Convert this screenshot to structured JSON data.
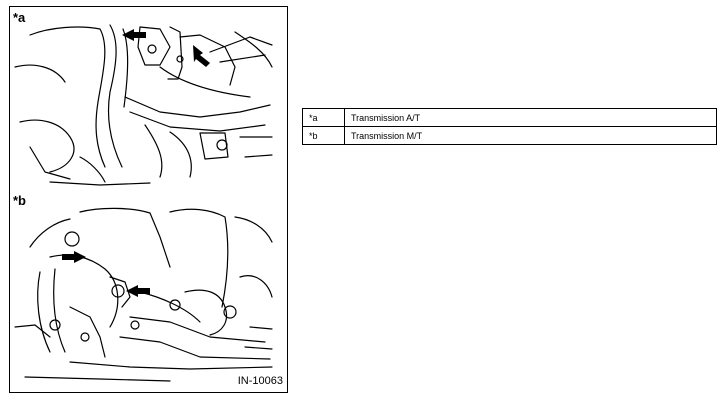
{
  "figure": {
    "panel_a_label": "*a",
    "panel_b_label": "*b",
    "figure_id": "IN-10063"
  },
  "legend": {
    "rows": [
      {
        "key": "*a",
        "text": "Transmission A/T"
      },
      {
        "key": "*b",
        "text": "Transmission M/T"
      }
    ]
  }
}
